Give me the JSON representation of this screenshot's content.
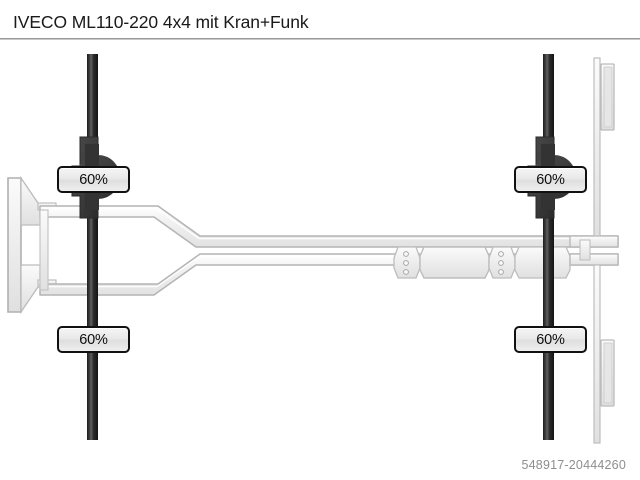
{
  "header": {
    "title": "IVECO ML110-220 4x4 mit Kran+Funk"
  },
  "footer": {
    "listing_id": "548917-20444260"
  },
  "diagram": {
    "view": "top-down-truck-chassis",
    "description": "Top view schematic of a 4x4 truck chassis with frame rails, cross members and two axles",
    "tread_badges": [
      {
        "name": "front-left",
        "value": "60%"
      },
      {
        "name": "front-right",
        "value": "60%"
      },
      {
        "name": "rear-left",
        "value": "60%"
      },
      {
        "name": "rear-right",
        "value": "60%"
      }
    ],
    "colors": {
      "frame_fill": "#f0f0f0",
      "frame_stroke": "#b4b4b4",
      "frame_highlight": "#ffffff",
      "axle_dark": "#2b2b2b",
      "hub_dark": "#3a3a3a",
      "badge_border": "#111111",
      "badge_fill": "#e9e9e9",
      "title_color": "#1a1a1a",
      "id_color": "#8e8e8e",
      "divider_color": "#9a9a9a",
      "page_background": "#ffffff"
    }
  }
}
